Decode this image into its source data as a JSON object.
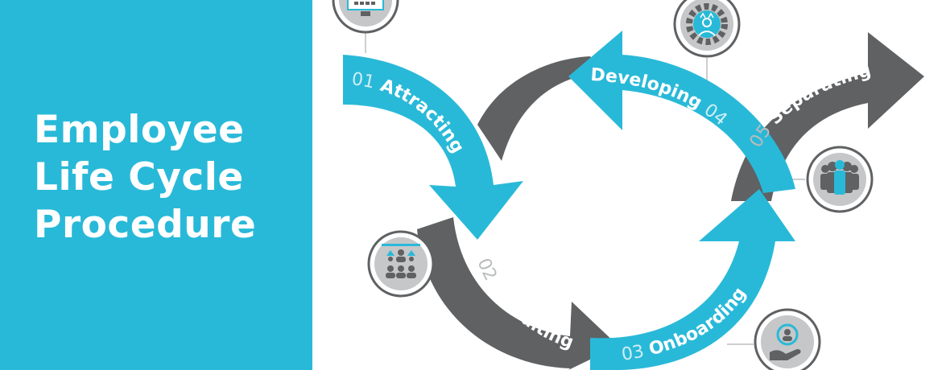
{
  "title": {
    "line1": "Employee",
    "line2": "Life Cycle",
    "line3": "Procedure"
  },
  "colors": {
    "accent": "#29b9d8",
    "dark": "#5f6163",
    "icon_bg": "#c6c7c8"
  },
  "stages": [
    {
      "number": "01",
      "label": "Attracting",
      "icon": "computer-monitor-icon"
    },
    {
      "number": "02",
      "label": "Recruiting",
      "icon": "org-chart-people-icon"
    },
    {
      "number": "03",
      "label": "Onboarding",
      "icon": "hand-holding-person-icon"
    },
    {
      "number": "04",
      "label": "Developing",
      "icon": "gear-growth-icon"
    },
    {
      "number": "05",
      "label": "Separating",
      "icon": "group-of-people-icon"
    }
  ]
}
